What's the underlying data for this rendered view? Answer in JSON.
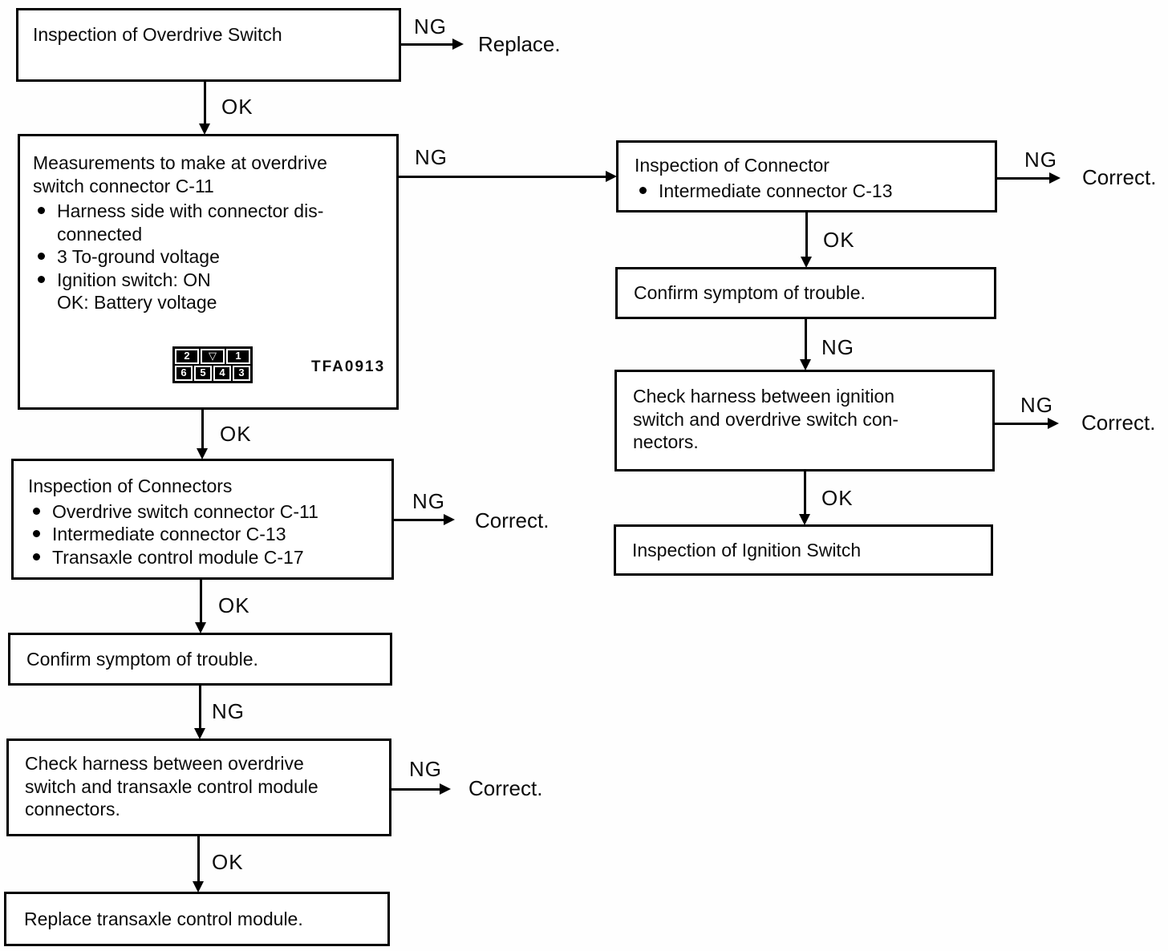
{
  "figure_label": "TFA0913",
  "labels": {
    "ng": "NG",
    "ok": "OK"
  },
  "terminals": {
    "replace": "Replace.",
    "correct": "Correct."
  },
  "connector": {
    "top_row": [
      "2",
      "▽",
      "1"
    ],
    "bottom_row": [
      "6",
      "5",
      "4",
      "3"
    ]
  },
  "boxes": {
    "inspection_overdrive_switch": {
      "title": "Inspection of Overdrive Switch"
    },
    "measurements": {
      "title": "Measurements to make at overdrive\nswitch connector C-11",
      "bullets": [
        "Harness side with connector dis-\nconnected",
        "3 To-ground voltage",
        "Ignition switch: ON\nOK: Battery voltage"
      ]
    },
    "inspection_connectors": {
      "title": "Inspection of Connectors",
      "bullets": [
        "Overdrive switch connector C-11",
        "Intermediate connector C-13",
        "Transaxle control module C-17"
      ]
    },
    "confirm_symptom_left": {
      "title": "Confirm symptom of trouble."
    },
    "check_harness_left": {
      "title": "Check harness between overdrive\nswitch and transaxle control module\nconnectors."
    },
    "replace_tcm": {
      "title": "Replace transaxle control module."
    },
    "inspection_connector_right": {
      "title": "Inspection of Connector",
      "bullets": [
        "Intermediate connector C-13"
      ]
    },
    "confirm_symptom_right": {
      "title": "Confirm symptom of trouble."
    },
    "check_harness_right": {
      "title": "Check harness between ignition\nswitch and overdrive switch con-\nnectors."
    },
    "inspection_ignition_switch": {
      "title": "Inspection of Ignition Switch"
    }
  }
}
